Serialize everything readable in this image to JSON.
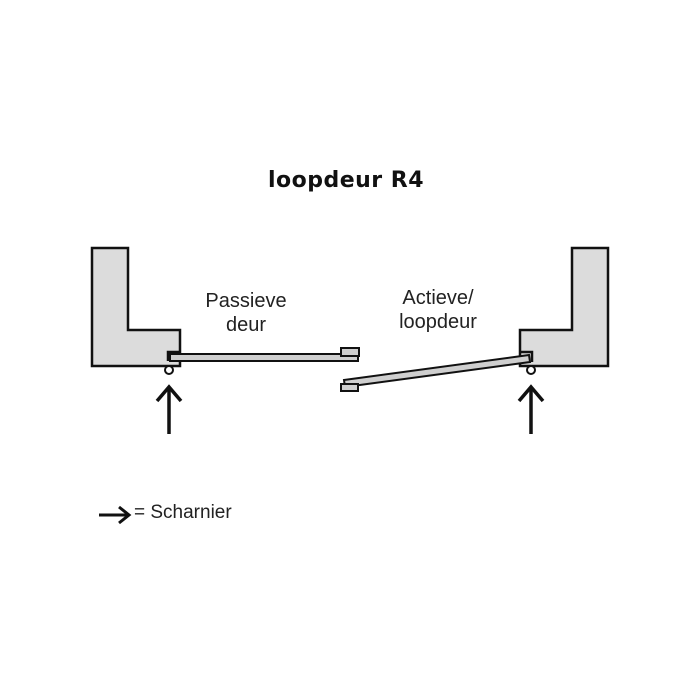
{
  "diagram": {
    "title": "loopdeur R4",
    "passive_door_label": [
      "Passieve",
      "deur"
    ],
    "active_door_label": [
      "Actieve/",
      "loopdeur"
    ],
    "legend_text": "= Scharnier",
    "colors": {
      "frame_fill": "#dcdcdc",
      "door_fill": "#cfcfcf",
      "stroke": "#111111",
      "text": "#222222"
    }
  }
}
